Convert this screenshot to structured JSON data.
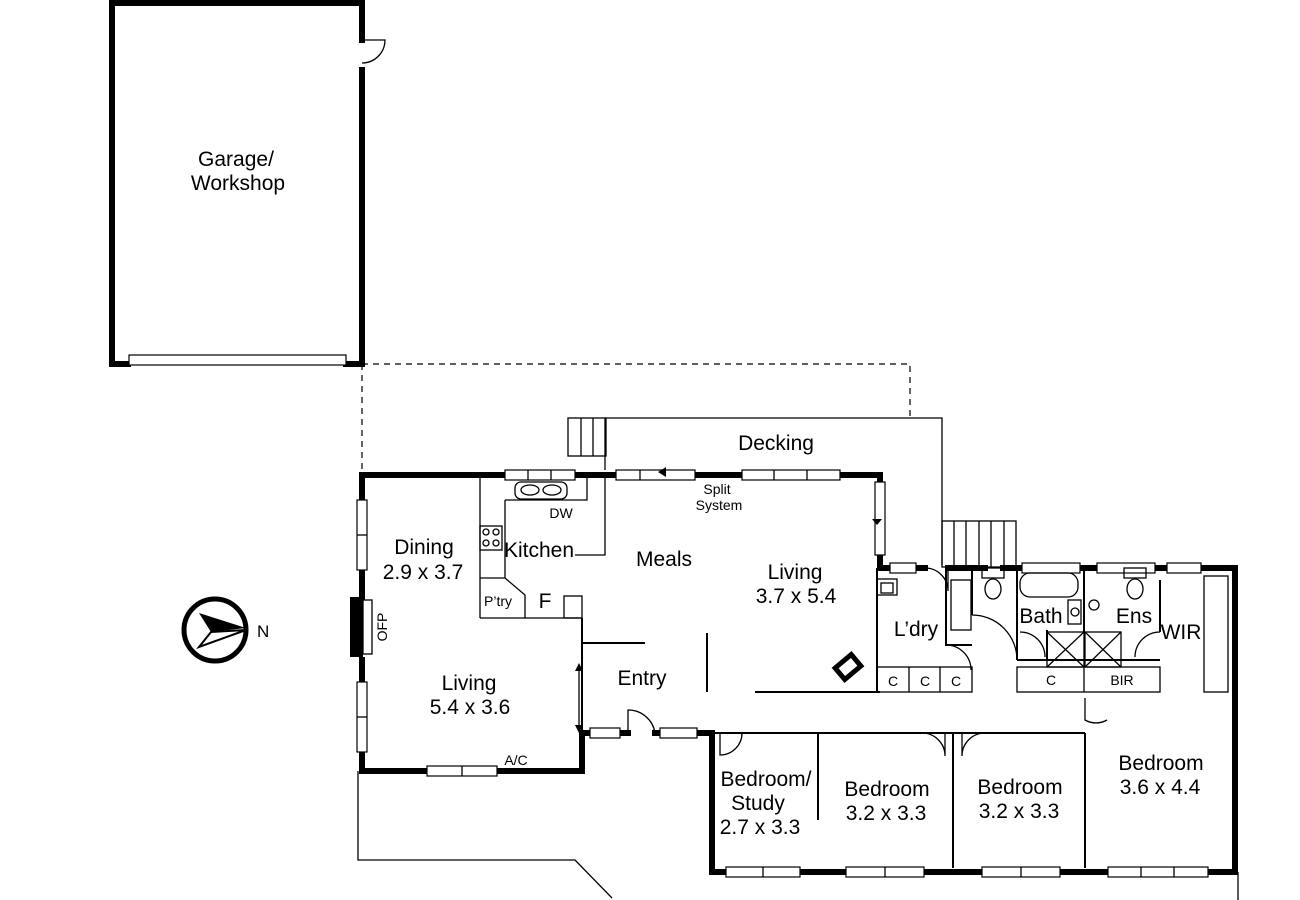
{
  "rooms": {
    "garage": [
      "Garage/",
      "Workshop"
    ],
    "decking": "Decking",
    "dining": [
      "Dining",
      "2.9 x 3.7"
    ],
    "kitchen": "Kitchen",
    "pantry": "P’try",
    "fridge": "F",
    "dishwasher": "DW",
    "meals": "Meals",
    "split_system": [
      "Split",
      "System"
    ],
    "living_main": [
      "Living",
      "3.7 x 5.4"
    ],
    "laundry": "L’dry",
    "bath": "Bath",
    "ensuite": "Ens",
    "wir": "WIR",
    "ofp": "OFP",
    "living_west": [
      "Living",
      "5.4 x 3.6"
    ],
    "entry": "Entry",
    "ac": "A/C",
    "cupboard": "C",
    "bir": "BIR",
    "bedroom_study": [
      "Bedroom/",
      "Study",
      "2.7 x 3.3"
    ],
    "bedroom_2": [
      "Bedroom",
      "3.2 x 3.3"
    ],
    "bedroom_3": [
      "Bedroom",
      "3.2 x 3.3"
    ],
    "bedroom_main": [
      "Bedroom",
      "3.6 x 4.4"
    ]
  },
  "compass": {
    "label": "N",
    "icon": "north-arrow-icon"
  }
}
